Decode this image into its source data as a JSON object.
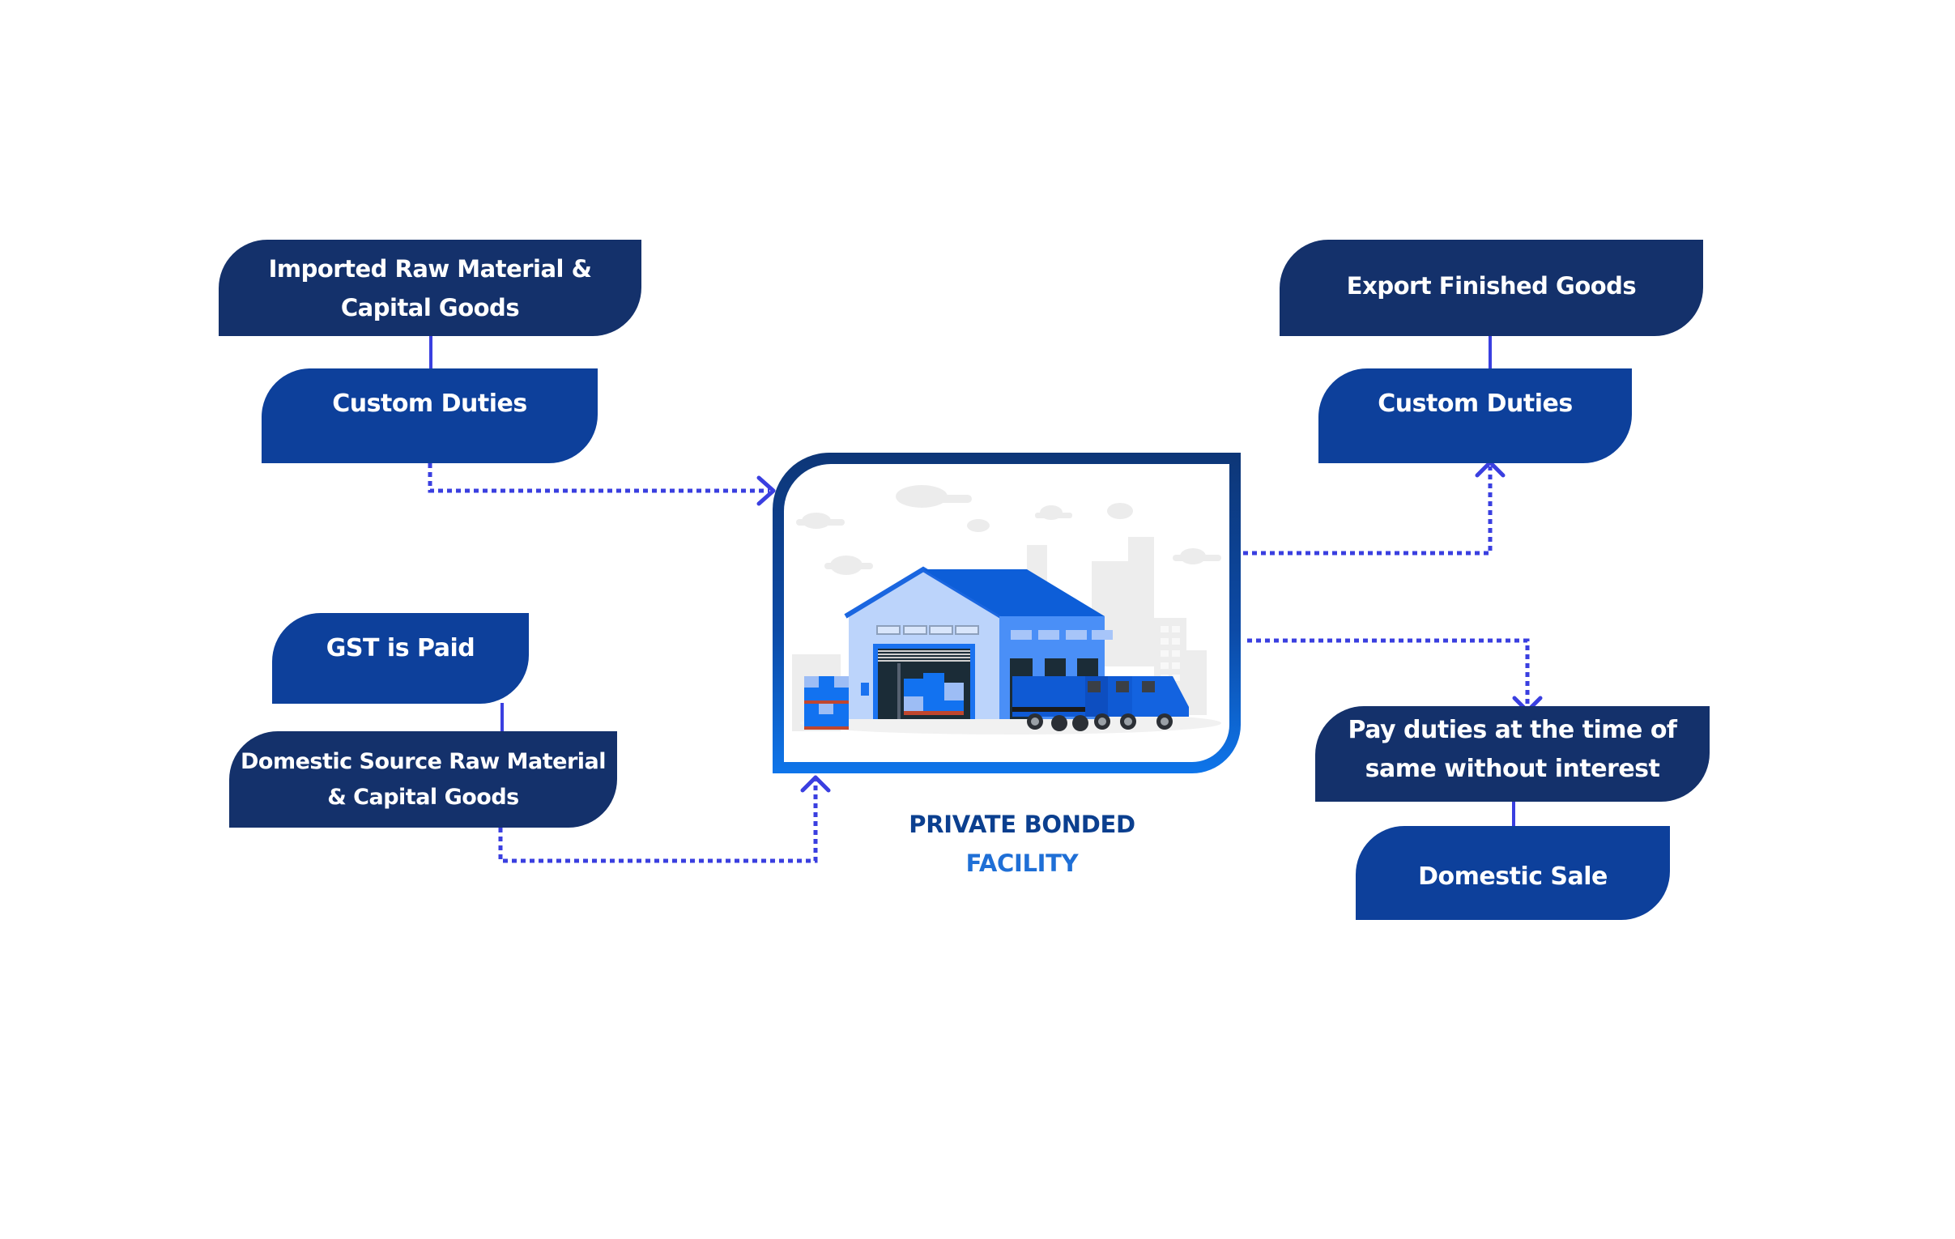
{
  "diagram": {
    "title": "Private Bonded Facility flow",
    "center": {
      "label_line1": "PRIVATE BONDED",
      "label_line2": "FACILITY",
      "illustration": "warehouse-with-delivery-vans"
    },
    "inputs": [
      {
        "id": "imported",
        "lines": [
          "Imported Raw Material &",
          "Capital Goods"
        ],
        "style": "navy"
      },
      {
        "id": "custom-duties-in",
        "lines": [
          "Custom Duties"
        ],
        "style": "blue"
      },
      {
        "id": "gst",
        "lines": [
          "GST is Paid"
        ],
        "style": "blue"
      },
      {
        "id": "domestic-source",
        "lines": [
          "Domestic Source Raw Material",
          "& Capital Goods"
        ],
        "style": "navy"
      }
    ],
    "outputs": [
      {
        "id": "export",
        "lines": [
          "Export Finished Goods"
        ],
        "style": "navy"
      },
      {
        "id": "custom-duties-out",
        "lines": [
          "Custom Duties"
        ],
        "style": "blue"
      },
      {
        "id": "pay-duties",
        "lines": [
          "Pay duties at the time of",
          "same without interest"
        ],
        "style": "navy"
      },
      {
        "id": "domestic-sale",
        "lines": [
          "Domestic Sale"
        ],
        "style": "blue"
      }
    ],
    "edges": [
      {
        "from": "imported",
        "to": "custom-duties-in",
        "style": "solid"
      },
      {
        "from": "custom-duties-in",
        "to": "facility",
        "style": "dotted-arrow"
      },
      {
        "from": "gst",
        "to": "domestic-source",
        "style": "solid"
      },
      {
        "from": "domestic-source",
        "to": "facility",
        "style": "dotted-arrow"
      },
      {
        "from": "facility",
        "to": "custom-duties-out",
        "style": "dotted-arrow"
      },
      {
        "from": "export",
        "to": "custom-duties-out",
        "style": "solid"
      },
      {
        "from": "facility",
        "to": "pay-duties",
        "style": "dotted-arrow"
      },
      {
        "from": "pay-duties",
        "to": "domestic-sale",
        "style": "solid"
      }
    ]
  },
  "colors": {
    "navy": "#14316b",
    "blue": "#0d409b",
    "connector": "#3a3fe0",
    "frame_top": "#0d3677",
    "frame_bottom": "#0e75ea",
    "label_dark": "#0b3f8f",
    "label_light": "#1f6fd6"
  }
}
